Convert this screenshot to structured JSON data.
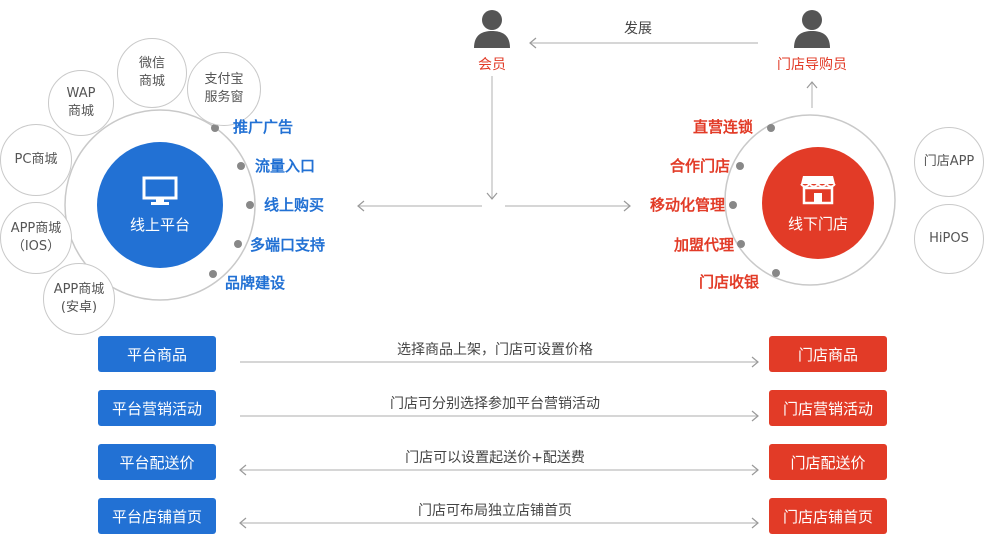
{
  "online": {
    "hub_label": "线上平台",
    "channels": [
      "WAP\n商城",
      "微信\n商城",
      "支付宝\n服务窗",
      "PC商城",
      "APP商城\n（IOS）",
      "APP商城\n(安卓)"
    ],
    "features": [
      "推广广告",
      "流量入口",
      "线上购买",
      "多端口支持",
      "品牌建设"
    ]
  },
  "offline": {
    "hub_label": "线下门店",
    "channels": [
      "门店APP",
      "HiPOS"
    ],
    "features": [
      "直营连锁",
      "合作门店",
      "移动化管理",
      "加盟代理",
      "门店收银"
    ]
  },
  "roles": {
    "member": "会员",
    "guide": "门店导购员",
    "relation": "发展"
  },
  "rows": [
    {
      "left": "平台商品",
      "right": "门店商品",
      "desc": "选择商品上架，门店可设置价格",
      "bidirectional": false
    },
    {
      "left": "平台营销活动",
      "right": "门店营销活动",
      "desc": "门店可分别选择参加平台营销活动",
      "bidirectional": false
    },
    {
      "left": "平台配送价",
      "right": "门店配送价",
      "desc": "门店可以设置起送价+配送费",
      "bidirectional": true
    },
    {
      "left": "平台店铺首页",
      "right": "门店店铺首页",
      "desc": "门店可布局独立店铺首页",
      "bidirectional": true
    }
  ],
  "colors": {
    "blue": "#2271d4",
    "red": "#e23b27",
    "line": "#bdbdbd",
    "person": "#555555"
  }
}
